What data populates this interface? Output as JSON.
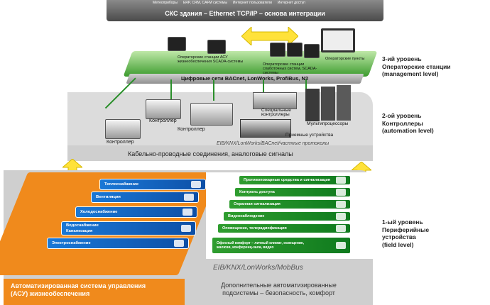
{
  "top": {
    "labels": [
      "Метеоприборы",
      "ERP, CRM, CAFM системы",
      "Интернет пользователи",
      "Интернет доступ"
    ],
    "lan": "СКС здания – Ethernet TCP/IP – основа интеграции"
  },
  "level3": {
    "station_left": "Операторские станции АСУ жизнеобеспечения SCADA-системы",
    "station_middle": "Операторские станции слаботочных систем, SCADA-системы",
    "station_right": "Операторские пункты",
    "network": "Цифровые сети BACnet, LonWorks, ProfiBus, N2",
    "title_line1": "3-ий уровень",
    "title_line2": "Операторские станции",
    "title_line3": "(management level)"
  },
  "level2": {
    "controllers": [
      "Контроллер",
      "Контроллер",
      "Контроллер",
      "Контроллер"
    ],
    "special": "Специальные контроллеры",
    "multiproc": "Мультипроцессоры",
    "receivers": "Приемные устройства",
    "protocols": "EIB/KNX/LonWorks/BACnet/частные протоколы",
    "cable": "Кабельно-проводные соединения, аналоговые сигналы",
    "title_line1": "2-ой уровень",
    "title_line2": "Контроллеры",
    "title_line3": "(automation level)"
  },
  "level1": {
    "life_support": [
      "Теплоснабжение",
      "Вентиляция",
      "Холодоснабжение",
      "Водоснабжение Канализация",
      "Электроснабжение"
    ],
    "security": [
      "Противопожарные средства и сигнализация",
      "Контроль доступа",
      "Охранная сигнализация",
      "Видеонаблюдение",
      "Оповещение, телерадиофикация",
      "Офисный комфорт – личный климат, освещение, жалюзи, конференц-зала, видео"
    ],
    "protocols": "EIB/KNX/LonWorks/MobBus",
    "asu_line1": "Автоматизированная система управления",
    "asu_line2": "(АСУ) жизнеобеспечения",
    "extra_line1": "Дополнительные автоматизированные",
    "extra_line2": "подсистемы – безопасность, комфорт",
    "title_line1": "1-ый уровень",
    "title_line2": "Периферийные",
    "title_line3": "устройства",
    "title_line4": "(field level)"
  },
  "colors": {
    "orange": "#f08a1c",
    "blue": "#1a78d6",
    "green": "#2f9d2f",
    "yellow_arrow": "#ffe23a",
    "gray_band": "#d0d0d0"
  }
}
